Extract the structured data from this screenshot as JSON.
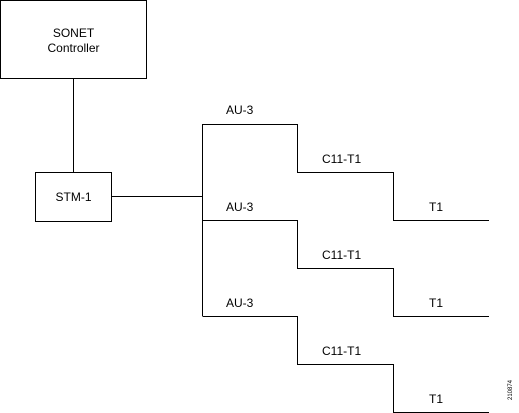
{
  "diagram": {
    "sonet_controller": {
      "line1": "SONET",
      "line2": "Controller"
    },
    "stm": {
      "label": "STM-1"
    },
    "branches": [
      {
        "au_label": "AU-3",
        "c11_label": "C11-T1",
        "t1_label": "T1"
      },
      {
        "au_label": "AU-3",
        "c11_label": "C11-T1",
        "t1_label": "T1"
      },
      {
        "au_label": "AU-3",
        "c11_label": "C11-T1",
        "t1_label": "T1"
      }
    ],
    "figure_id": "210874"
  },
  "colors": {
    "line": "#000000",
    "background": "#ffffff"
  }
}
